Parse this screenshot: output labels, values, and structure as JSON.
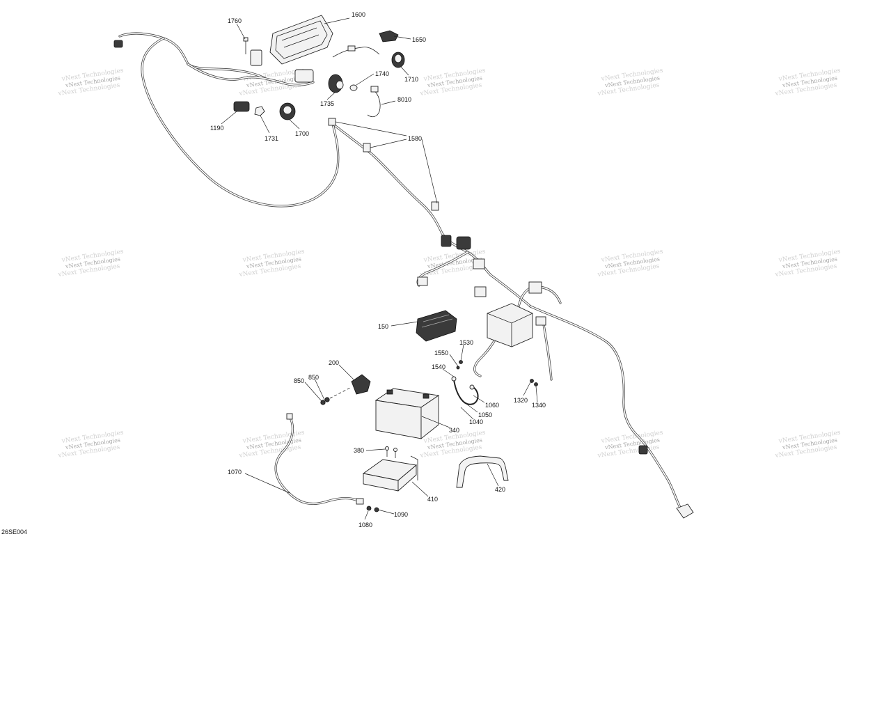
{
  "figure_code": "26SE004",
  "watermark_text": "vNext Technologies",
  "callouts": [
    {
      "id": "c1760",
      "label": "1760"
    },
    {
      "id": "c1600",
      "label": "1600"
    },
    {
      "id": "c1650",
      "label": "1650"
    },
    {
      "id": "c1740",
      "label": "1740"
    },
    {
      "id": "c1710",
      "label": "1710"
    },
    {
      "id": "c1735",
      "label": "1735"
    },
    {
      "id": "c8010",
      "label": "8010"
    },
    {
      "id": "c1190",
      "label": "1190"
    },
    {
      "id": "c1731",
      "label": "1731"
    },
    {
      "id": "c1700",
      "label": "1700"
    },
    {
      "id": "c1580",
      "label": "1580"
    },
    {
      "id": "c150",
      "label": "150"
    },
    {
      "id": "c1530",
      "label": "1530"
    },
    {
      "id": "c1550",
      "label": "1550"
    },
    {
      "id": "c1540",
      "label": "1540"
    },
    {
      "id": "c200",
      "label": "200"
    },
    {
      "id": "c850a",
      "label": "850"
    },
    {
      "id": "c850b",
      "label": "850"
    },
    {
      "id": "c1060",
      "label": "1060"
    },
    {
      "id": "c1050",
      "label": "1050"
    },
    {
      "id": "c1040",
      "label": "1040"
    },
    {
      "id": "c1320",
      "label": "1320"
    },
    {
      "id": "c1340",
      "label": "1340"
    },
    {
      "id": "c340",
      "label": "340"
    },
    {
      "id": "c380",
      "label": "380"
    },
    {
      "id": "c1070",
      "label": "1070"
    },
    {
      "id": "c420",
      "label": "420"
    },
    {
      "id": "c410",
      "label": "410"
    },
    {
      "id": "c1090",
      "label": "1090"
    },
    {
      "id": "c1080",
      "label": "1080"
    }
  ]
}
